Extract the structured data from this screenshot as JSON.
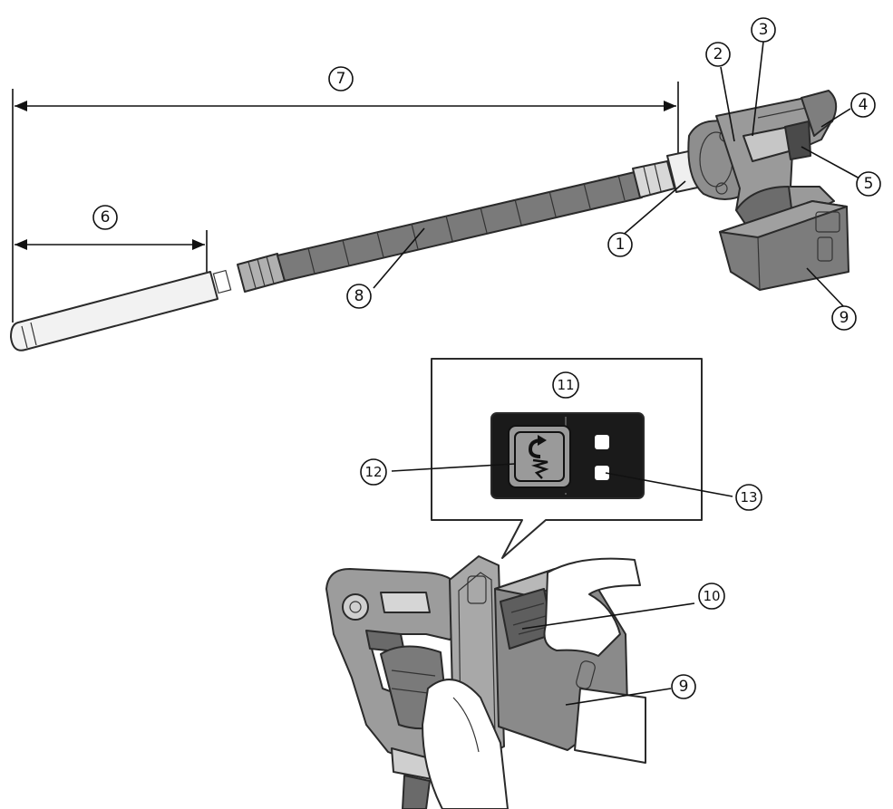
{
  "callouts": {
    "c1": "1",
    "c2": "2",
    "c3": "3",
    "c4": "4",
    "c5": "5",
    "c6": "6",
    "c7": "7",
    "c8": "8",
    "c9a": "9",
    "c9b": "9",
    "c10": "10",
    "c11": "11",
    "c12": "12",
    "c13": "13"
  },
  "colors": {
    "outline": "#2a2a2a",
    "body_gray": "#8c8c8c",
    "dark_gray": "#5a5a5a",
    "light_gray": "#c8c8c8",
    "panel_black": "#1a1a1a",
    "panel_button": "#9a9a9a"
  },
  "icons": {
    "mode_button": "spiral-drill-icon",
    "indicator_lamp": "indicator-lamp-icon"
  }
}
